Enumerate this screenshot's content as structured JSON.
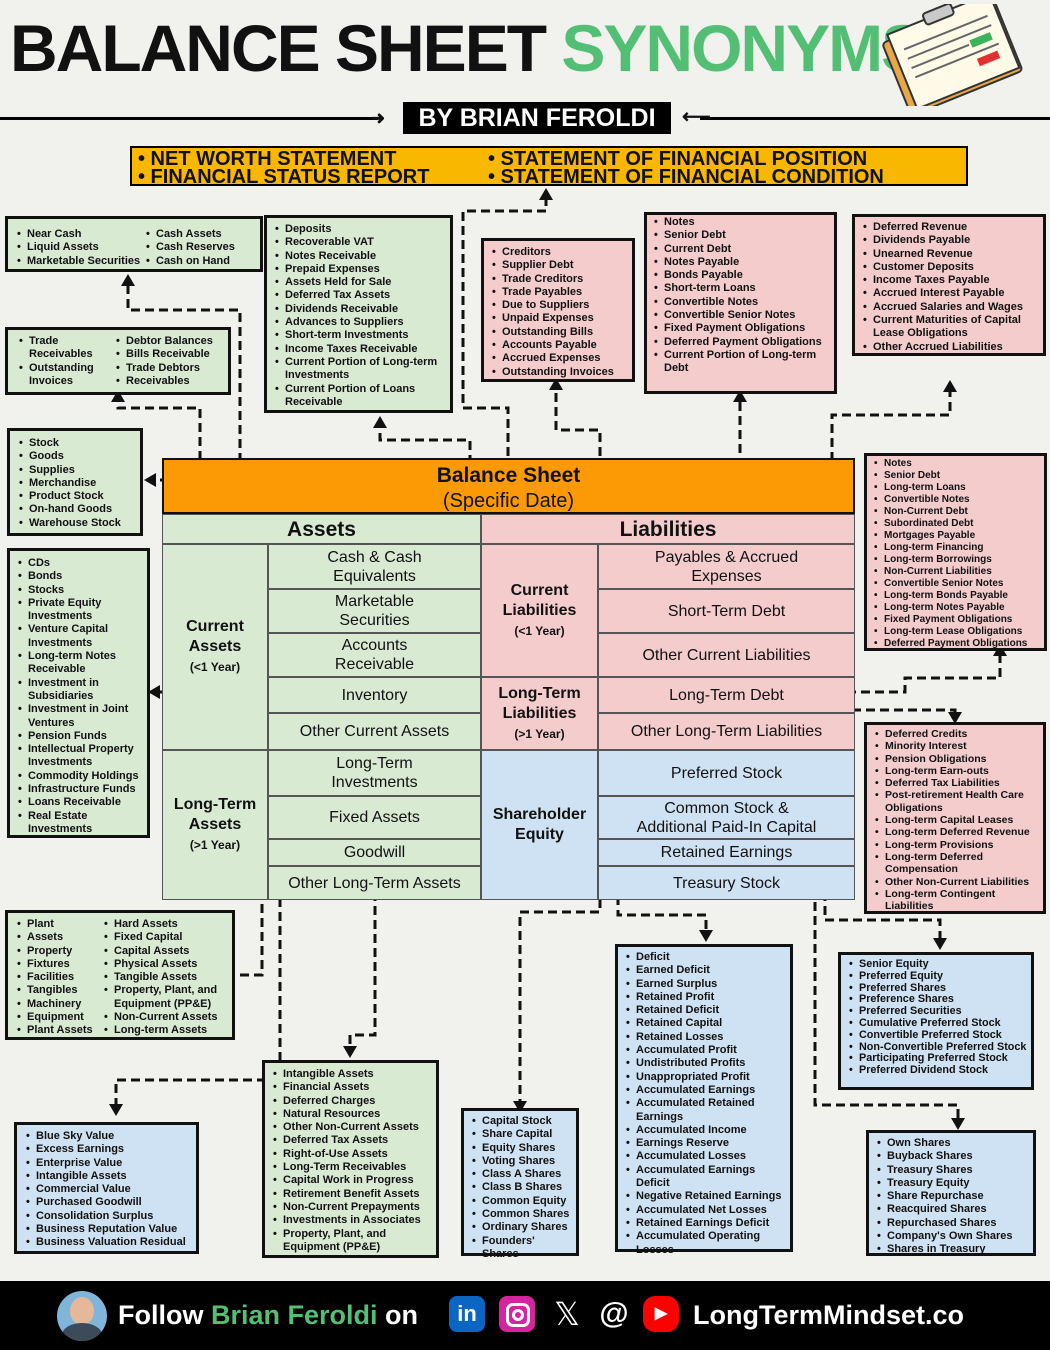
{
  "header": {
    "title_main": "BALANCE SHEET",
    "title_accent": "SYNONYMS",
    "byline": "BY BRIAN FEROLDI",
    "clipboard_icon": "clipboard-report-icon"
  },
  "synonyms_banner": {
    "left_1": "• NET WORTH STATEMENT",
    "left_2": "• FINANCIAL STATUS REPORT",
    "right_1": "• STATEMENT OF FINANCIAL POSITION",
    "right_2": "• STATEMENT OF FINANCIAL CONDITION"
  },
  "sheet": {
    "title": "Balance Sheet",
    "subtitle": "(Specific Date)",
    "assets_header": "Assets",
    "liabilities_header": "Liabilities",
    "current_assets": {
      "label": "Current Assets",
      "term": "(<1 Year)"
    },
    "long_term_assets": {
      "label": "Long-Term Assets",
      "term": "(>1 Year)"
    },
    "current_liabilities": {
      "label": "Current Liabilities",
      "term": "(<1 Year)"
    },
    "long_term_liabilities": {
      "label": "Long-Term Liabilities",
      "term": "(>1 Year)"
    },
    "equity": {
      "label": "Shareholder Equity"
    },
    "items": {
      "cash": "Cash & Cash Equivalents",
      "marketable": "Marketable Securities",
      "receivable": "Accounts Receivable",
      "inventory": "Inventory",
      "other_current_assets": "Other Current Assets",
      "lt_investments": "Long-Term Investments",
      "fixed_assets": "Fixed Assets",
      "goodwill": "Goodwill",
      "other_lt_assets": "Other Long-Term Assets",
      "payables": "Payables & Accrued Expenses",
      "st_debt": "Short-Term Debt",
      "other_current_liabilities": "Other Current Liabilities",
      "lt_debt": "Long-Term Debt",
      "other_lt_liabilities": "Other Long-Term Liabilities",
      "preferred": "Preferred Stock",
      "common": "Common Stock & Additional Paid-In Capital",
      "retained": "Retained Earnings",
      "treasury": "Treasury Stock"
    }
  },
  "boxes": {
    "cash_left": [
      "Near Cash",
      "Liquid Assets",
      "Marketable Securities"
    ],
    "cash_right": [
      "Cash Assets",
      "Cash Reserves",
      "Cash on Hand"
    ],
    "receivables_left": [
      "Trade Receivables",
      "Outstanding Invoices"
    ],
    "receivables_right": [
      "Debtor Balances",
      "Bills Receivable",
      "Trade Debtors",
      "Receivables"
    ],
    "inventory": [
      "Stock",
      "Goods",
      "Supplies",
      "Merchandise",
      "Product Stock",
      "On-hand Goods",
      "Warehouse Stock"
    ],
    "other_current_assets": [
      "Deposits",
      "Recoverable VAT",
      "Notes Receivable",
      "Prepaid Expenses",
      "Assets Held for Sale",
      "Deferred Tax Assets",
      "Dividends Receivable",
      "Advances to Suppliers",
      "Short-term Investments",
      "Income Taxes Receivable",
      "Current Portion of Long-term Investments",
      "Current Portion of Loans Receivable"
    ],
    "lt_investments": [
      "CDs",
      "Bonds",
      "Stocks",
      "Private Equity Investments",
      "Venture Capital Investments",
      "Long-term Notes Receivable",
      "Investment in Subsidiaries",
      "Investment in Joint Ventures",
      "Pension Funds",
      "Intellectual Property Investments",
      "Commodity Holdings",
      "Infrastructure Funds",
      "Loans Receivable",
      "Real Estate Investments"
    ],
    "fixed_left": [
      "Plant",
      "Assets",
      "Property",
      "Fixtures",
      "Facilities",
      "Tangibles",
      "Machinery",
      "Equipment",
      "Plant Assets"
    ],
    "fixed_right": [
      "Hard Assets",
      "Fixed Capital",
      "Capital Assets",
      "Physical Assets",
      "Tangible Assets",
      "Property, Plant, and Equipment (PP&E)",
      "Non-Current Assets",
      "Long-term Assets"
    ],
    "goodwill": [
      "Blue Sky Value",
      "Excess Earnings",
      "Enterprise Value",
      "Intangible Assets",
      "Commercial Value",
      "Purchased Goodwill",
      "Consolidation Surplus",
      "Business Reputation Value",
      "Business Valuation Residual"
    ],
    "other_lt_assets": [
      "Intangible Assets",
      "Financial Assets",
      "Deferred Charges",
      "Natural Resources",
      "Other Non-Current Assets",
      "Deferred Tax Assets",
      "Right-of-Use Assets",
      "Long-Term Receivables",
      "Capital Work in Progress",
      "Retirement Benefit Assets",
      "Non-Current Prepayments",
      "Investments in Associates",
      "Property, Plant, and Equipment (PP&E)"
    ],
    "payables": [
      "Creditors",
      "Supplier Debt",
      "Trade Creditors",
      "Trade Payables",
      "Due to Suppliers",
      "Unpaid Expenses",
      "Outstanding Bills",
      "Accounts Payable",
      "Accrued Expenses",
      "Outstanding Invoices"
    ],
    "st_debt": [
      "Notes",
      "Senior Debt",
      "Current Debt",
      "Notes Payable",
      "Bonds Payable",
      "Short-term Loans",
      "Convertible Notes",
      "Convertible Senior Notes",
      "Fixed Payment Obligations",
      "Deferred Payment Obligations",
      "Current Portion of Long-term Debt"
    ],
    "other_current_liabilities": [
      "Deferred Revenue",
      "Dividends Payable",
      "Unearned Revenue",
      "Customer Deposits",
      "Income Taxes Payable",
      "Accrued Interest Payable",
      "Accrued Salaries and Wages",
      "Current Maturities of Capital Lease Obligations",
      "Other Accrued Liabilities"
    ],
    "lt_debt": [
      "Notes",
      "Senior Debt",
      "Long-term Loans",
      "Convertible Notes",
      "Non-Current Debt",
      "Subordinated Debt",
      "Mortgages Payable",
      "Long-term Financing",
      "Long-term Borrowings",
      "Non-Current Liabilities",
      "Convertible Senior Notes",
      "Long-term Bonds Payable",
      "Long-term Notes Payable",
      "Fixed Payment Obligations",
      "Long-term Lease Obligations",
      "Deferred Payment Obligations"
    ],
    "other_lt_liabilities": [
      "Deferred Credits",
      "Minority Interest",
      "Pension Obligations",
      "Long-term Earn-outs",
      "Deferred Tax Liabilities",
      "Post-retirement Health Care Obligations",
      "Long-term Capital Leases",
      "Long-term Deferred Revenue",
      "Long-term Provisions",
      "Long-term Deferred Compensation",
      "Other Non-Current Liabilities",
      "Long-term Contingent Liabilities"
    ],
    "common_stock": [
      "Capital Stock",
      "Share Capital",
      "Equity Shares",
      "Voting Shares",
      "Class A Shares",
      "Class B Shares",
      "Common Equity",
      "Common Shares",
      "Ordinary Shares",
      "Founders' Shares"
    ],
    "retained": [
      "Deficit",
      "Earned Deficit",
      "Earned Surplus",
      "Retained Profit",
      "Retained Deficit",
      "Retained Capital",
      "Retained Losses",
      "Accumulated Profit",
      "Undistributed Profits",
      "Unappropriated Profit",
      "Accumulated Earnings",
      "Accumulated Retained Earnings",
      "Accumulated Income",
      "Earnings Reserve",
      "Accumulated Losses",
      "Accumulated Earnings Deficit",
      "Negative Retained Earnings",
      "Accumulated Net Losses",
      "Retained Earnings Deficit",
      "Accumulated Operating Losses"
    ],
    "preferred": [
      "Senior Equity",
      "Preferred Equity",
      "Preferred Shares",
      "Preference Shares",
      "Preferred Securities",
      "Cumulative Preferred Stock",
      "Convertible Preferred Stock",
      "Non-Convertible Preferred Stock",
      "Participating Preferred Stock",
      "Preferred Dividend Stock"
    ],
    "treasury": [
      "Own Shares",
      "Buyback Shares",
      "Treasury Shares",
      "Treasury Equity",
      "Share Repurchase",
      "Reacquired Shares",
      "Repurchased Shares",
      "Company's Own Shares",
      "Shares in Treasury"
    ]
  },
  "footer": {
    "follow": "Follow",
    "name": "Brian Feroldi",
    "on": "on",
    "website": "LongTermMindset.co",
    "icons": [
      "linkedin-icon",
      "instagram-icon",
      "x-icon",
      "threads-icon",
      "youtube-icon"
    ],
    "avatar": "brian-feroldi-avatar"
  },
  "colors": {
    "green": "#53bf74",
    "orange": "#fb9a05",
    "yellow": "#f9b700",
    "asset_bg": "#d9ead3",
    "liability_bg": "#f4cccc",
    "equity_bg": "#cfe2f3"
  }
}
